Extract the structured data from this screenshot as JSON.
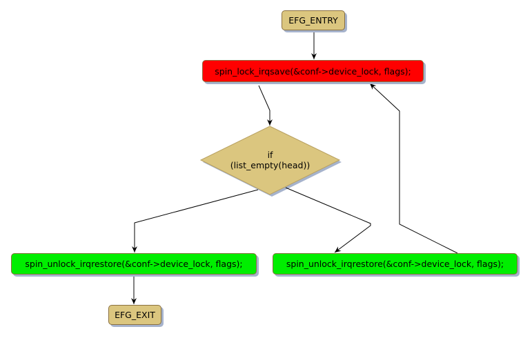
{
  "diagram": {
    "type": "control-flow-graph",
    "colors": {
      "terminal": "#dbc67f",
      "lock": "#ff0000",
      "unlock": "#00ee00",
      "decision": "#dbc67f",
      "shadow": "#a6b3cc",
      "border": "#8a7040",
      "edge": "#000000"
    },
    "nodes": [
      {
        "id": "entry",
        "kind": "terminal",
        "label": "EFG_ENTRY"
      },
      {
        "id": "lock",
        "kind": "lock",
        "label": "spin_lock_irqsave(&conf->device_lock, flags);"
      },
      {
        "id": "cond",
        "kind": "decision",
        "label_line1": "if",
        "label_line2": "(list_empty(head))"
      },
      {
        "id": "unlock_left",
        "kind": "unlock",
        "label": "spin_unlock_irqrestore(&conf->device_lock, flags);"
      },
      {
        "id": "unlock_right",
        "kind": "unlock",
        "label": "spin_unlock_irqrestore(&conf->device_lock, flags);"
      },
      {
        "id": "exit",
        "kind": "terminal",
        "label": "EFG_EXIT"
      }
    ],
    "edges": [
      {
        "from": "entry",
        "to": "lock"
      },
      {
        "from": "lock",
        "to": "cond"
      },
      {
        "from": "cond",
        "to": "unlock_left"
      },
      {
        "from": "cond",
        "to": "unlock_right"
      },
      {
        "from": "unlock_right",
        "to": "lock"
      },
      {
        "from": "unlock_left",
        "to": "exit"
      }
    ]
  }
}
